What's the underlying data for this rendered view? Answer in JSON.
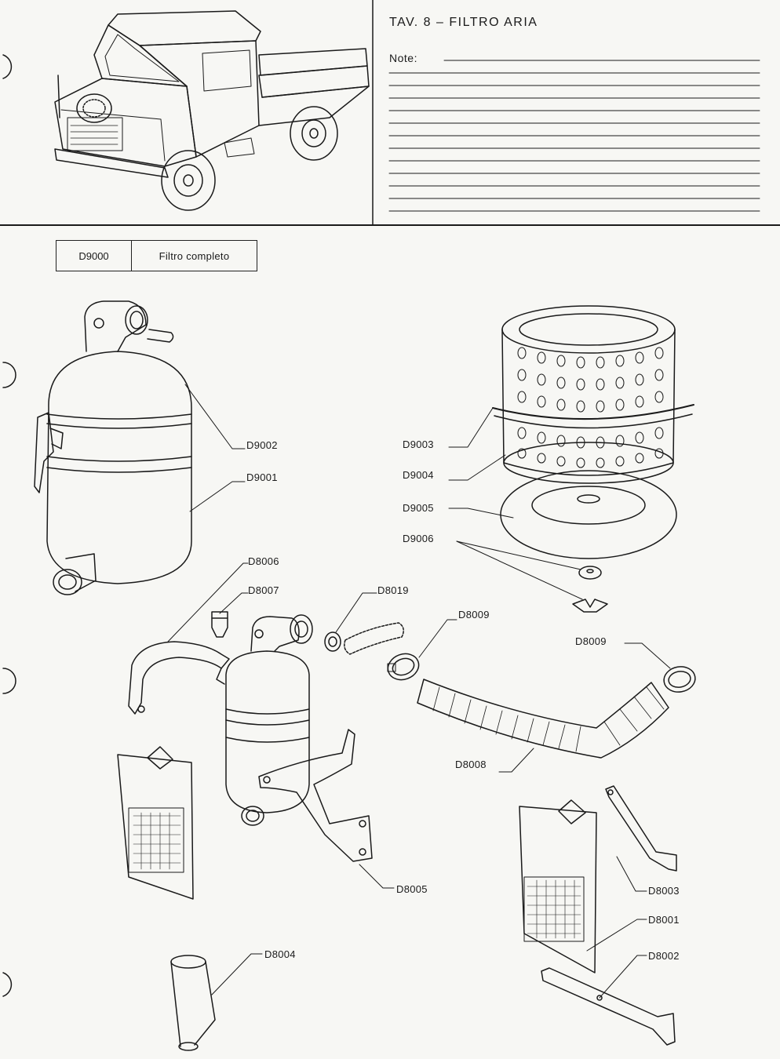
{
  "header": {
    "title": "TAV. 8 – FILTRO ARIA",
    "note_label": "Note:"
  },
  "parts_table": {
    "code": "D9000",
    "description": "Filtro completo"
  },
  "callouts": {
    "d9002": "D9002",
    "d9001": "D9001",
    "d9003": "D9003",
    "d9004": "D9004",
    "d9005": "D9005",
    "d9006": "D9006",
    "d8006": "D8006",
    "d8007": "D8007",
    "d8019": "D8019",
    "d8009_left": "D8009",
    "d8009_right": "D8009",
    "d8008": "D8008",
    "d8005": "D8005",
    "d8003": "D8003",
    "d8001": "D8001",
    "d8002": "D8002",
    "d8004": "D8004"
  }
}
